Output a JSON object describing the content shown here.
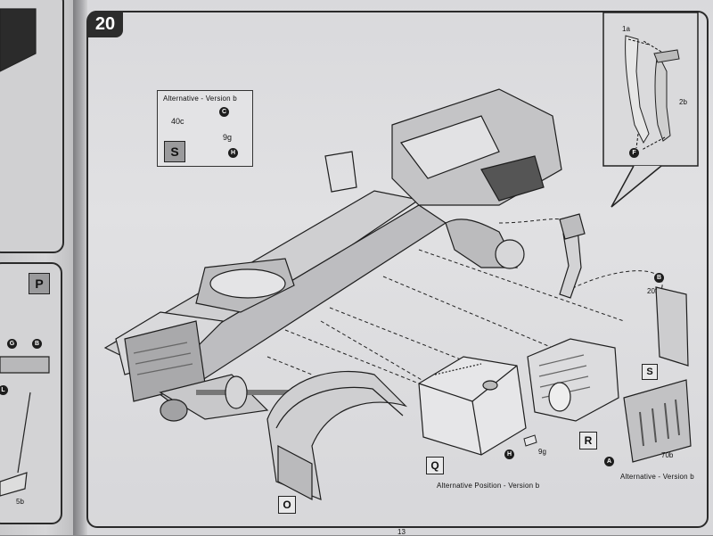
{
  "step": {
    "number": "20"
  },
  "alternative_box": {
    "title": "Alternative - Version b",
    "part_40c": "40c",
    "part_9g": "9g",
    "callout_c": "C",
    "callout_h": "H",
    "section_tag": "S"
  },
  "inset": {
    "part_1a": "1a",
    "part_2b": "2b",
    "callout_f": "F"
  },
  "right_group": {
    "callout_b": "B",
    "part_20f": "20f",
    "section_s": "S",
    "section_r": "R",
    "callout_a": "A",
    "part_70b": "70b",
    "alt_version_b": "Alternative - Version b"
  },
  "tank_group": {
    "section_q": "Q",
    "callout_h": "H",
    "part_9g": "9g",
    "alt_position": "Alternative Position - Version b"
  },
  "fender": {
    "section_o": "O"
  },
  "left_page": {
    "tag_p": "P",
    "callout_g": "G",
    "callout_b": "B",
    "callout_l": "L",
    "part_5b": "5b"
  },
  "page_number": "13"
}
